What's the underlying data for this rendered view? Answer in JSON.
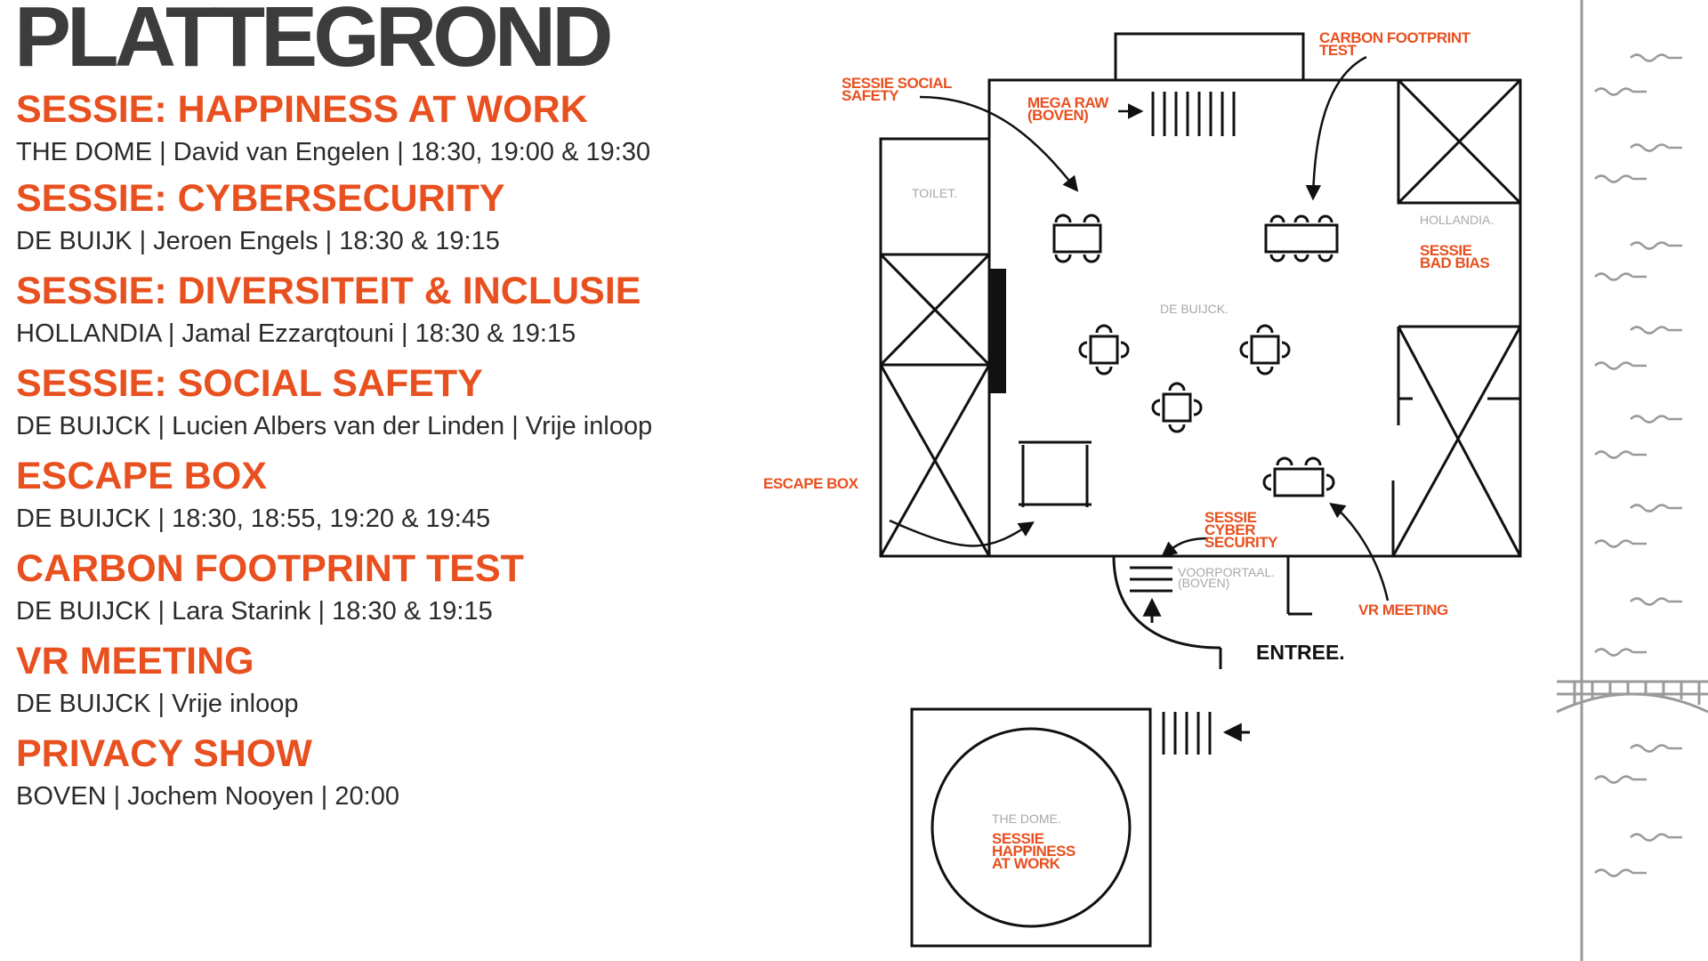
{
  "page": {
    "title": "PLATTEGROND"
  },
  "sessions": [
    {
      "title": "SESSIE: HAPPINESS AT WORK",
      "detail": "THE DOME | David van Engelen | 18:30, 19:00 & 19:30"
    },
    {
      "title": "SESSIE: CYBERSECURITY",
      "detail": "DE BUIJK | Jeroen Engels | 18:30 & 19:15"
    },
    {
      "title": "SESSIE: DIVERSITEIT & INCLUSIE",
      "detail": "HOLLANDIA | Jamal Ezzarqtouni | 18:30 & 19:15"
    },
    {
      "title": "SESSIE: SOCIAL SAFETY",
      "detail": "DE BUIJCK | Lucien Albers van der Linden | Vrije inloop"
    },
    {
      "title": "ESCAPE BOX",
      "detail": "DE BUIJCK | 18:30, 18:55, 19:20 & 19:45"
    },
    {
      "title": "CARBON FOOTPRINT TEST",
      "detail": "DE BUIJCK | Lara Starink | 18:30 & 19:15"
    },
    {
      "title": "VR MEETING",
      "detail": "DE BUIJCK | Vrije inloop"
    },
    {
      "title": "PRIVACY SHOW",
      "detail": "BOVEN | Jochem Nooyen | 20:00"
    }
  ],
  "map": {
    "labels": {
      "sessie_social_safety_1": "SESSIE SOCIAL",
      "sessie_social_safety_2": "SAFETY",
      "mega_raw_1": "MEGA RAW",
      "mega_raw_2": "(BOVEN)",
      "carbon_1": "CARBON FOOTPRINT",
      "carbon_2": "TEST",
      "toilet": "TOILET.",
      "hollandia": "HOLLANDIA.",
      "bad_bias_1": "SESSIE",
      "bad_bias_2": "BAD BIAS",
      "de_buijck": "DE BUIJCK.",
      "escape_box": "ESCAPE BOX",
      "cyber_1": "SESSIE",
      "cyber_2": "CYBER",
      "cyber_3": "SECURITY",
      "voorportaal_1": "VOORPORTAAL.",
      "voorportaal_2": "(BOVEN)",
      "vr_meeting": "VR MEETING",
      "entree": "ENTREE.",
      "the_dome": "THE DOME.",
      "happiness_1": "SESSIE",
      "happiness_2": "HAPPINESS",
      "happiness_3": "AT WORK"
    },
    "colors": {
      "accent": "#e8501f",
      "line": "#111111",
      "muted": "#a8a8a8",
      "river": "#9a9a9a"
    }
  }
}
